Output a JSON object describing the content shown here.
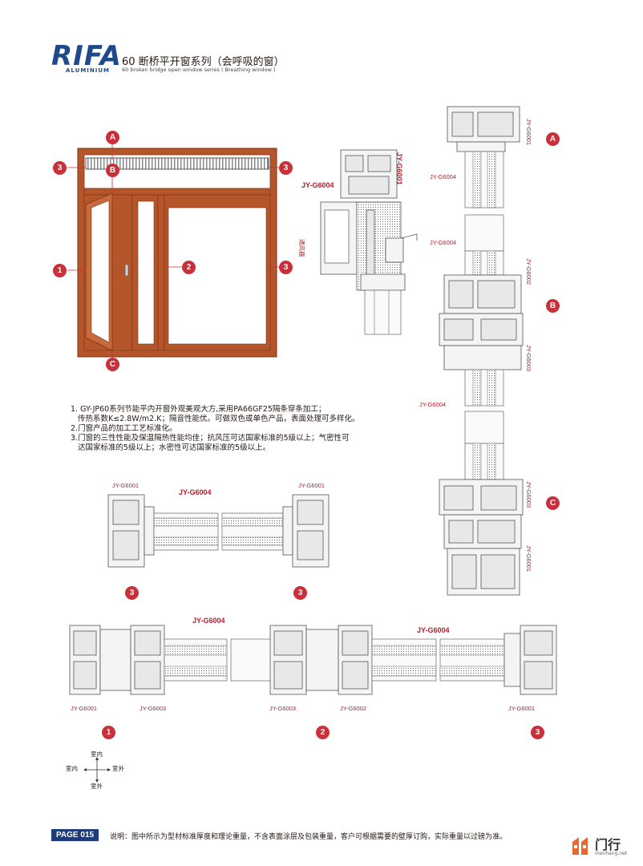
{
  "header": {
    "logo_text": "RIFA",
    "logo_sub": "ALUMINIUM",
    "title": "60 断桥平开窗系列（会呼吸的窗）",
    "subtitle": "60 broken bridge open window series ( Breathing window )"
  },
  "markers": {
    "a": "A",
    "b": "B",
    "c": "C",
    "one": "1",
    "two": "2",
    "three": "3"
  },
  "codes": {
    "g6001": "JY-G6001",
    "g6002": "JY-G6002",
    "g6003": "JY-G6003",
    "g6004": "JY-G6004"
  },
  "vent_label": "通风器",
  "notes": [
    "1. GY-JP60系列节能平内开窗外观美观大方,采用PA66GF25隔条穿条加工；",
    "传热系数K≤2.8W/m2.K；隔音性能优。可做双色或单色产品，表面处理可多样化。",
    "2.门窗产品的加工工艺标准化。",
    "3.门窗的三性性能及保温隔热性能均佳；抗风压可达国家标准的5级以上；气密性可",
    "达国家标准的5级以上；水密性可达国家标准的5级以上。"
  ],
  "compass": {
    "top": "室内",
    "left": "室内",
    "right": "室外",
    "bottom": "室外"
  },
  "footer": {
    "page": "PAGE 015",
    "note": "说明：图中所示为型材标准厚度和理论重量，不含表面涂层及包装重量，客户可根据需要的壁厚订购，实际重量以过磅为准。"
  },
  "watermark": {
    "text": "门行",
    "sub": "menhang.net"
  },
  "colors": {
    "frame": "#b5552a",
    "marker": "#c8303a",
    "brand": "#1e4a8c",
    "code": "#b01e2a"
  }
}
